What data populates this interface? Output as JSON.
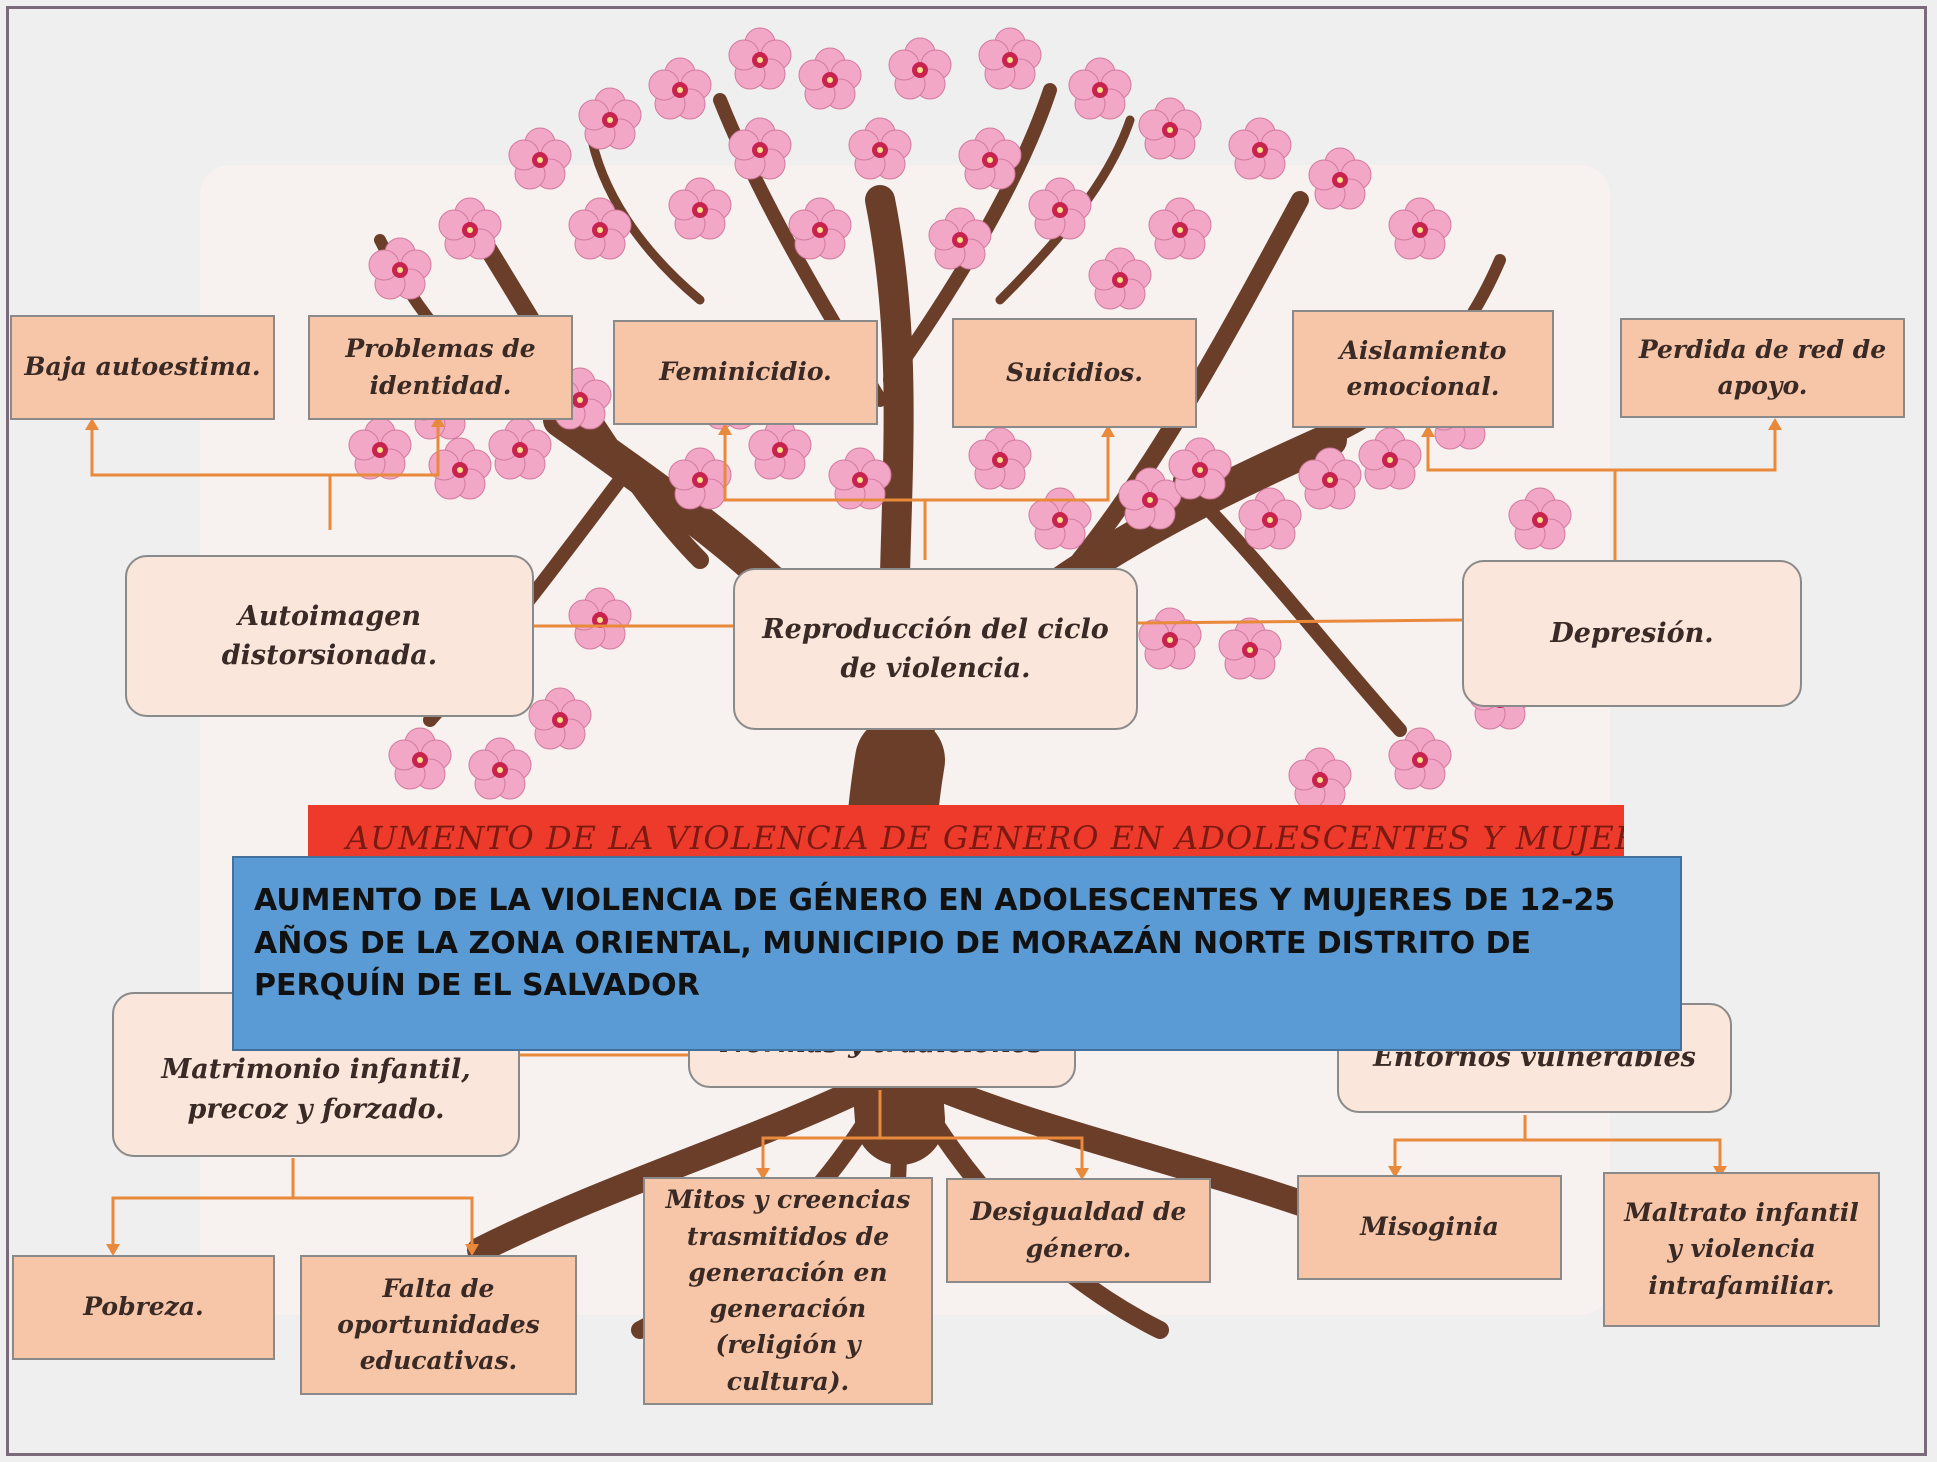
{
  "title_banner": "AUMENTO DE LA VIOLENCIA DE GENERO EN ADOLESCENTES Y MUJERES",
  "problem_statement": "AUMENTO DE LA VIOLENCIA DE GÉNERO EN ADOLESCENTES Y MUJERES DE 12-25 AÑOS DE LA ZONA ORIENTAL, MUNICIPIO DE MORAZÁN NORTE DISTRITO DE PERQUÍN DE EL SALVADOR",
  "effects_top": [
    "Baja autoestima.",
    "Problemas de identidad.",
    "Feminicidio.",
    "Suicidios.",
    "Aislamiento emocional.",
    "Perdida de red de apoyo."
  ],
  "effects_main": [
    "Autoimagen distorsionada.",
    "Reproducción del ciclo de violencia.",
    "Depresión."
  ],
  "causes_main": [
    "Matrimonio infantil, precoz y forzado.",
    "Normas y tradiciones",
    "Entornos vulnerables"
  ],
  "causes_bottom": [
    "Pobreza.",
    "Falta de oportunidades educativas.",
    "Mitos y creencias trasmitidos de generación en generación (religión y cultura).",
    "Desigualdad de género.",
    "Misoginia",
    "Maltrato infantil y violencia intrafamiliar."
  ],
  "colors": {
    "box_fill": "#f7c6a8",
    "main_box_fill": "#fbe6dc",
    "connector": "#e8893b",
    "title_bar": "#ee3a2a",
    "statement_fill": "#5b9bd5",
    "blossom": "#f2a7c6",
    "trunk": "#6b3e2a"
  }
}
